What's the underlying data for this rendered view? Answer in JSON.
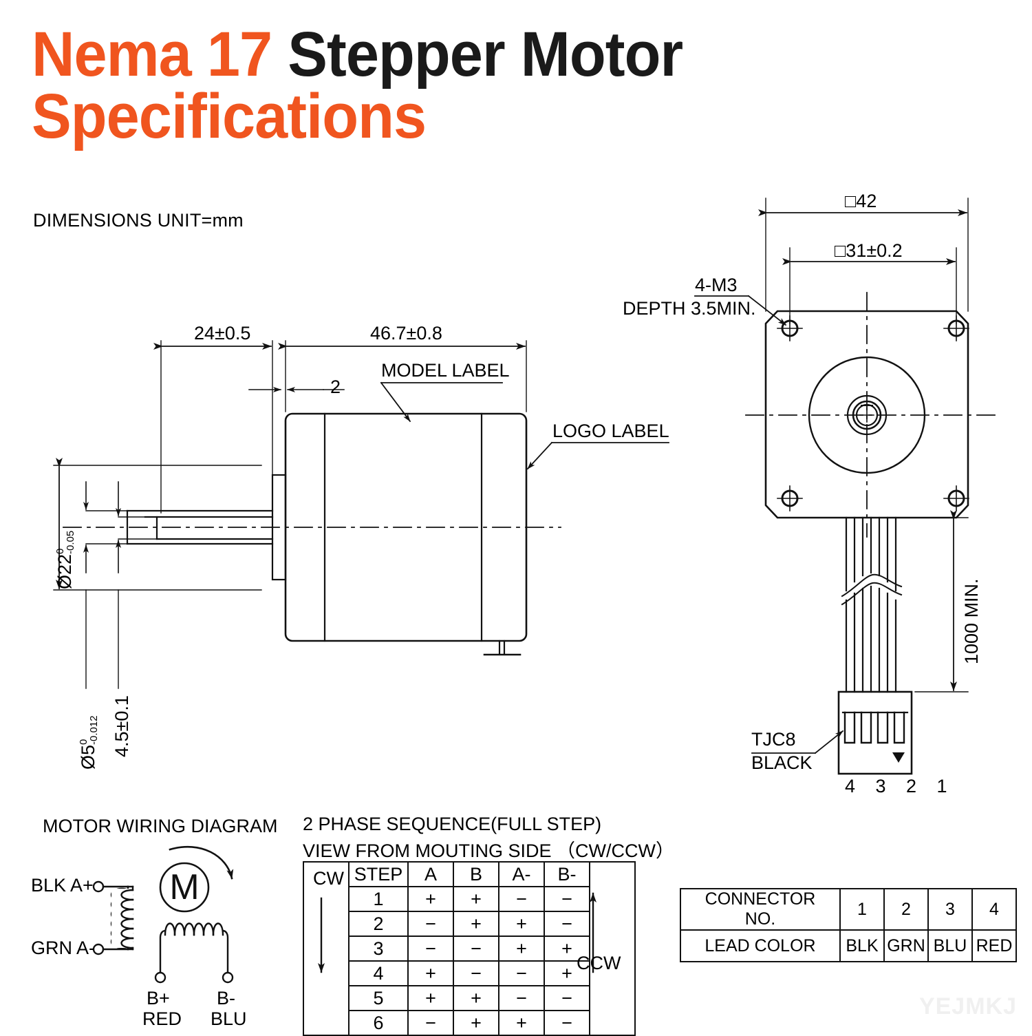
{
  "title": {
    "line1_orange": "Nema 17",
    "line1_black": " Stepper Motor",
    "line2_orange": "Specifications",
    "orange_color": "#F0551F",
    "black_color": "#1a1a1a"
  },
  "units_note": "DIMENSIONS UNIT=mm",
  "side_view": {
    "dim_shaft_length": "24±0.5",
    "dim_body_length": "46.7±0.8",
    "dim_collar": "2",
    "dim_boss_dia_main": "Ø22",
    "dim_boss_dia_upper_tol": "0",
    "dim_boss_dia_lower_tol": "-0.05",
    "dim_shaft_dia_main": "Ø5",
    "dim_shaft_dia_upper_tol": "0",
    "dim_shaft_dia_lower_tol": "-0.012",
    "dim_flat": "4.5±0.1",
    "label_model": "MODEL LABEL",
    "label_logo": "LOGO LABEL"
  },
  "front_view": {
    "dim_body_square": "□42",
    "dim_hole_square": "□31±0.2",
    "note_thread_line1": "4-M3",
    "note_thread_line2": "DEPTH 3.5MIN.",
    "dim_lead_length": "1000 MIN.",
    "connector_name_line1": "TJC8",
    "connector_name_line2": "BLACK",
    "pin_numbers": [
      "4",
      "3",
      "2",
      "1"
    ]
  },
  "wiring_diagram": {
    "heading": "MOTOR WIRING  DIAGRAM",
    "terminal_a_plus": "BLK  A+",
    "terminal_a_minus": "GRN  A-",
    "terminal_b_plus_1": "B+",
    "terminal_b_plus_2": "RED",
    "terminal_b_minus_1": "B-",
    "terminal_b_minus_2": "BLU",
    "motor_symbol": "M"
  },
  "phase_sequence": {
    "heading_line1": "2 PHASE SEQUENCE(FULL STEP)",
    "heading_line2": "VIEW FROM MOUTING SIDE （CW/CCW）",
    "cw_label": "CW",
    "ccw_label": "CCW",
    "columns": [
      "STEP",
      "A",
      "B",
      "A-",
      "B-"
    ],
    "rows": [
      [
        "1",
        "+",
        "+",
        "−",
        "−"
      ],
      [
        "2",
        "−",
        "+",
        "+",
        "−"
      ],
      [
        "3",
        "−",
        "−",
        "+",
        "+"
      ],
      [
        "4",
        "+",
        "−",
        "−",
        "+"
      ],
      [
        "5",
        "+",
        "+",
        "−",
        "−"
      ],
      [
        "6",
        "−",
        "+",
        "+",
        "−"
      ]
    ]
  },
  "connector_table": {
    "row1_label": "CONNECTOR NO.",
    "row1_values": [
      "1",
      "2",
      "3",
      "4"
    ],
    "row2_label": "LEAD COLOR",
    "row2_values": [
      "BLK",
      "GRN",
      "BLU",
      "RED"
    ]
  },
  "watermark": "YEJMKJ"
}
